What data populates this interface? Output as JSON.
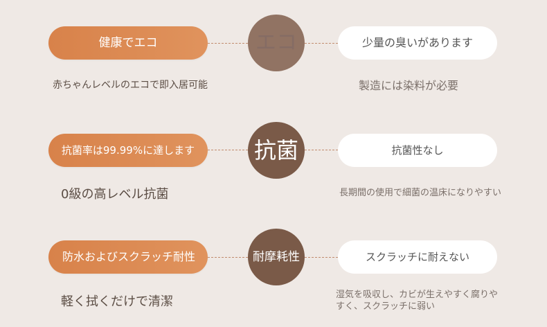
{
  "rows": [
    {
      "left_pill": "健康でエコ",
      "circle": "エコ",
      "right_pill": "少量の臭いがあります",
      "left_desc": "赤ちゃんレベルのエコで即入居可能",
      "right_desc": "製造には染料が必要"
    },
    {
      "left_pill": "抗菌率は99.99%に達します",
      "circle": "抗菌",
      "right_pill": "抗菌性なし",
      "left_desc": "0級の高レベル抗菌",
      "right_desc": "長期間の使用で細菌の温床になりやすい"
    },
    {
      "left_pill": "防水およびスクラッチ耐性",
      "circle": "耐摩耗性",
      "right_pill": "スクラッチに耐えない",
      "left_desc": "軽く拭くだけで清潔",
      "right_desc_line1": "湿気を吸収し、カビが生えやすく腐りや",
      "right_desc_line2": "すく、スクラッチに弱い"
    }
  ],
  "colors": {
    "background": "#efe9e5",
    "accent_orange": "#d8824a",
    "circle_brown": "#7a5a48",
    "white": "#ffffff"
  }
}
